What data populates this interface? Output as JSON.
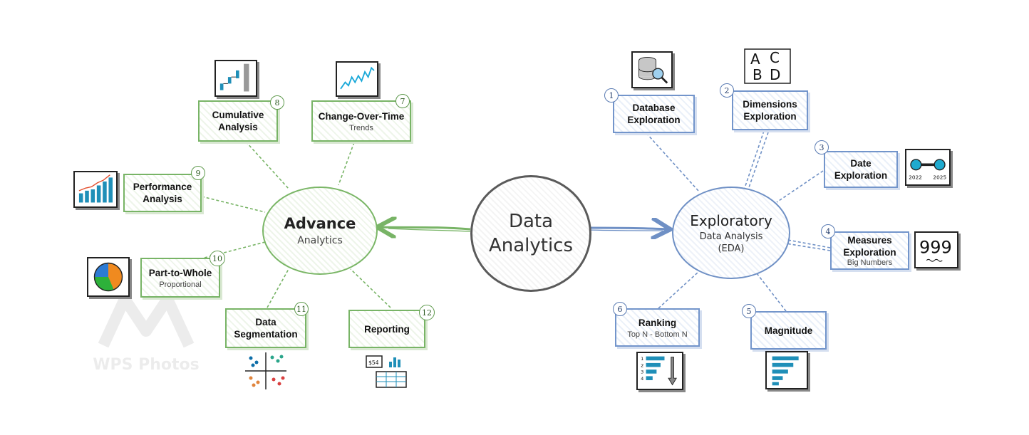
{
  "center": {
    "line1": "Data",
    "line2": "Analytics"
  },
  "advance": {
    "title": "Advance",
    "subtitle": "Analytics"
  },
  "eda": {
    "title": "Exploratory",
    "subtitle": "Data Analysis",
    "abbr": "(EDA)"
  },
  "advance_nodes": [
    {
      "num": "8",
      "title": "Cumulative Analysis",
      "sub": "",
      "icon": "cumulative-bars-icon"
    },
    {
      "num": "7",
      "title": "Change-Over-Time",
      "sub": "Trends",
      "icon": "trend-line-icon"
    },
    {
      "num": "9",
      "title": "Performance Analysis",
      "sub": "",
      "icon": "performance-chart-icon"
    },
    {
      "num": "10",
      "title": "Part-to-Whole",
      "sub": "Proportional",
      "icon": "pie-chart-icon"
    },
    {
      "num": "11",
      "title": "Data Segmentation",
      "sub": "",
      "icon": "scatter-quadrant-icon"
    },
    {
      "num": "12",
      "title": "Reporting",
      "sub": "",
      "icon": "report-dashboard-icon"
    }
  ],
  "eda_nodes": [
    {
      "num": "1",
      "title": "Database Exploration",
      "sub": "",
      "icon": "database-search-icon"
    },
    {
      "num": "2",
      "title": "Dimensions Exploration",
      "sub": "",
      "icon": "abcd-letters-icon",
      "icon_text": [
        "A",
        "C",
        "B",
        "D"
      ]
    },
    {
      "num": "3",
      "title": "Date Exploration",
      "sub": "",
      "icon": "date-range-icon",
      "icon_text": [
        "2022",
        "2025"
      ]
    },
    {
      "num": "4",
      "title": "Measures Exploration",
      "sub": "Big Numbers",
      "icon": "big-number-icon",
      "icon_text": [
        "999"
      ]
    },
    {
      "num": "5",
      "title": "Magnitude",
      "sub": "",
      "icon": "magnitude-bars-icon"
    },
    {
      "num": "6",
      "title": "Ranking",
      "sub": "Top N - Bottom N",
      "icon": "ranking-list-icon",
      "icon_text": [
        "1",
        "2",
        "3",
        "4"
      ]
    }
  ],
  "report_icon_text": "$54",
  "watermark": "WPS Photos",
  "colors": {
    "green": "#78b466",
    "blue": "#7395cb",
    "gray": "#5a5a5a"
  }
}
